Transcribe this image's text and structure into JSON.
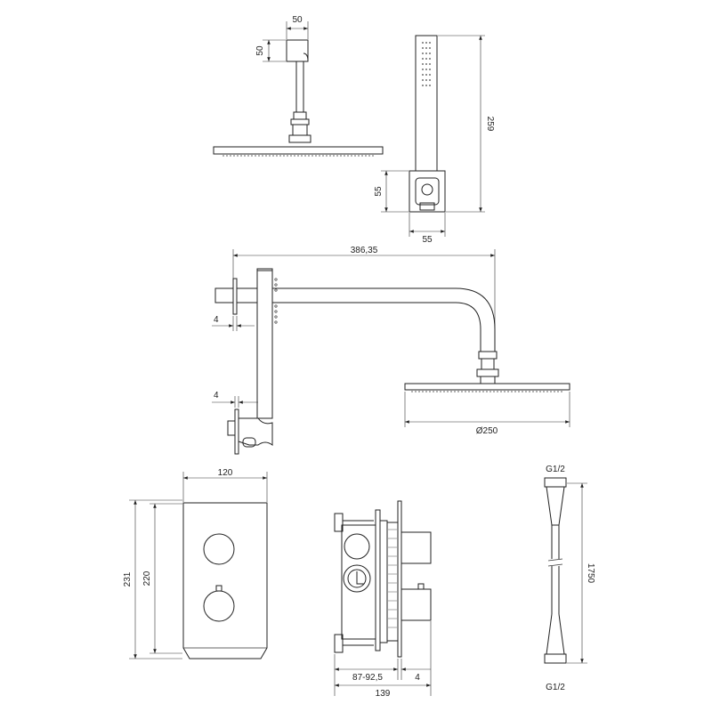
{
  "dimensions": {
    "ceiling_arm_width": "50",
    "ceiling_arm_height": "50",
    "hand_shower_length": "259",
    "holder_height": "55",
    "holder_width": "55",
    "shower_arm_length": "386,35",
    "flange_thickness_top": "4",
    "flange_thickness_bottom": "4",
    "head_diameter": "Ø250",
    "plate_width": "120",
    "plate_height_outer": "231",
    "plate_height_inner": "220",
    "box_depth": "87-92,5",
    "box_plate_thickness": "4",
    "box_total_depth": "139",
    "hose_thread_top": "G1/2",
    "hose_length": "1750",
    "hose_thread_bottom": "G1/2"
  }
}
